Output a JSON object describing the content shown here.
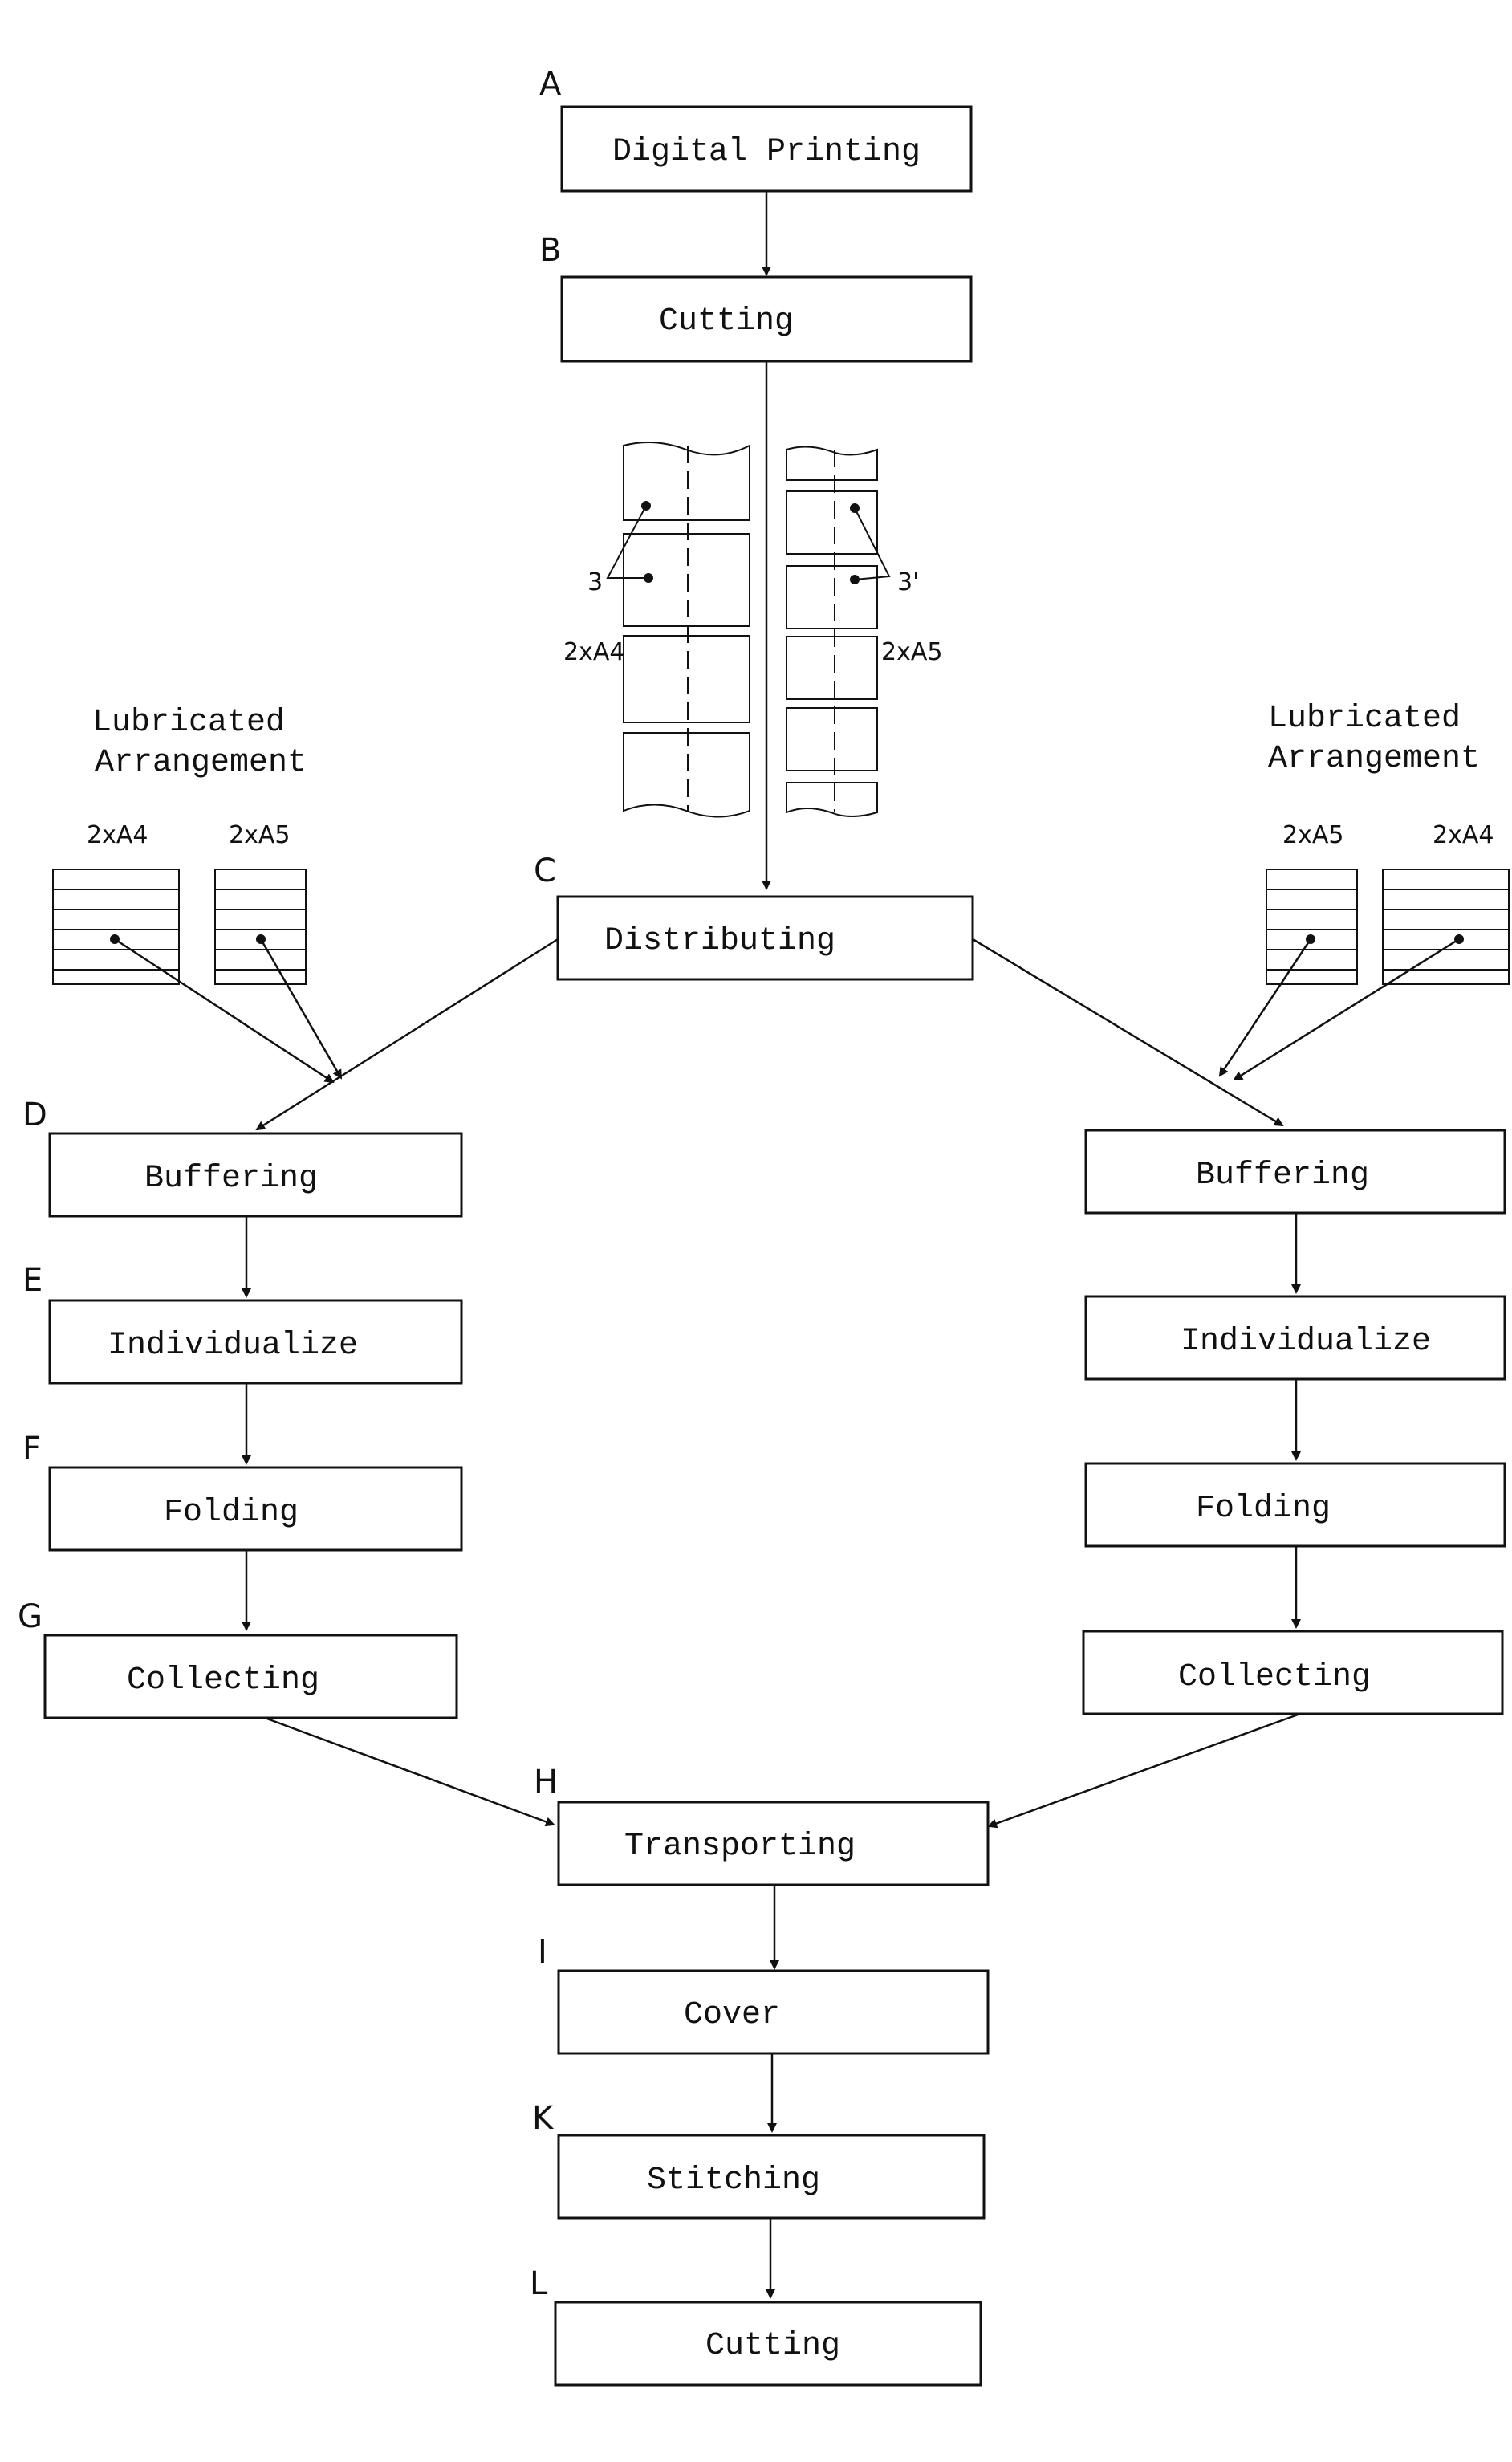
{
  "steps": {
    "a": {
      "letter": "A",
      "label": "Digital Printing"
    },
    "b": {
      "letter": "B",
      "label": "Cutting"
    },
    "c": {
      "letter": "C",
      "label": "Distributing"
    },
    "d": {
      "letter": "D",
      "label": "Buffering"
    },
    "e": {
      "letter": "E",
      "label": "Individualize"
    },
    "f": {
      "letter": "F",
      "label": "Folding"
    },
    "g": {
      "letter": "G",
      "label": "Collecting"
    },
    "h": {
      "letter": "H",
      "label": "Transporting"
    },
    "i": {
      "letter": "I",
      "label": "Cover"
    },
    "k": {
      "letter": "K",
      "label": "Stitching"
    },
    "l": {
      "letter": "L",
      "label": "Cutting"
    }
  },
  "right_branch": {
    "buffering": "Buffering",
    "individualize": "Individualize",
    "folding": "Folding",
    "collecting": "Collecting"
  },
  "sheets": {
    "left_ref": "3",
    "right_ref": "3'",
    "left_format": "2xA4",
    "right_format": "2xA5"
  },
  "lubricated_left": {
    "line1": "Lubricated",
    "line2": "Arrangement",
    "stack1": "2xA4",
    "stack2": "2xA5"
  },
  "lubricated_right": {
    "line1": "Lubricated",
    "line2": "Arrangement",
    "stack1": "2xA5",
    "stack2": "2xA4"
  }
}
